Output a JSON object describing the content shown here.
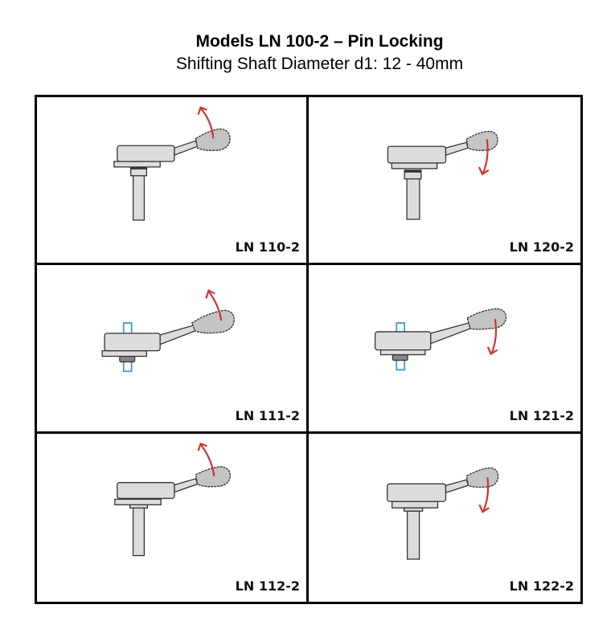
{
  "header": {
    "title": "Models LN 100-2 – Pin Locking",
    "subtitle": "Shifting Shaft Diameter d1: 12 - 40mm"
  },
  "colors": {
    "body_fill": "#dcdcdc",
    "knob_fill": "#c4c4c4",
    "outline": "#333333",
    "arrow": "#d0342c",
    "pin": "#3a9ad9",
    "border": "#000000"
  },
  "models": [
    {
      "label": "LN 110-2",
      "variant": "long-shaft-collar",
      "rotation": "up"
    },
    {
      "label": "LN 120-2",
      "variant": "long-shaft-collar",
      "rotation": "down"
    },
    {
      "label": "LN 111-2",
      "variant": "pin-through",
      "rotation": "up"
    },
    {
      "label": "LN 121-2",
      "variant": "pin-through",
      "rotation": "down"
    },
    {
      "label": "LN 112-2",
      "variant": "long-shaft-plain",
      "rotation": "up"
    },
    {
      "label": "LN 122-2",
      "variant": "long-shaft-plain",
      "rotation": "down"
    }
  ]
}
